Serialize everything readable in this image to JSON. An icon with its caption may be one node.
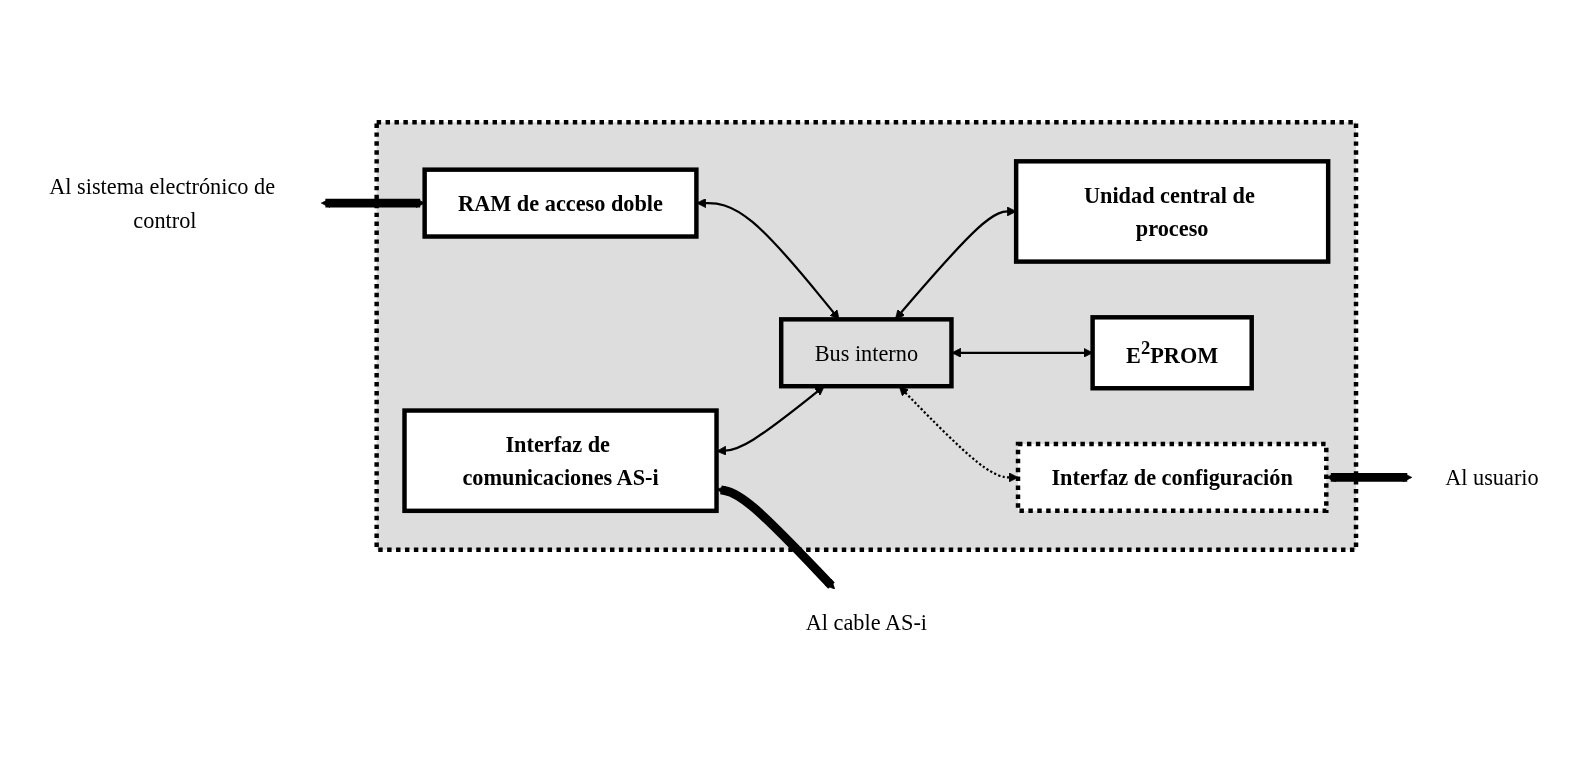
{
  "diagram": {
    "nodes": [
      {
        "text": [],
        "shape": "box"
      },
      {
        "text": [
          "RAM de acceso doble"
        ],
        "in": 0
      },
      {
        "text": [
          "Interfaz de comunicaciones AS-i"
        ],
        "in": 0
      },
      {
        "text": [
          "Bus interno"
        ],
        "in": 0
      },
      {
        "text": [
          "Unidad central de proceso"
        ],
        "in": 0
      },
      {
        "text": [
          "E$^{2}$PROM"
        ],
        "in": 0
      },
      {
        "text": [
          "Interfaz de configuración"
        ],
        "in": 0
      },
      {
        "text": [
          "Al sistema electrónico de control"
        ]
      },
      {
        "text": [
          "Al cable AS-i"
        ]
      },
      {
        "text": [
          "Al usuario"
        ]
      }
    ],
    "edges": [
      {
        "from": 7,
        "to": 1,
        "arrow": "both",
        "style": "thick"
      },
      {
        "from": 2,
        "to": 8,
        "arrow": "both",
        "style": "thick"
      },
      {
        "from": 6,
        "to": 9,
        "arrow": "both",
        "style": "thick"
      },
      {
        "from": 1,
        "to": 3,
        "arrow": "both"
      },
      {
        "from": 2,
        "to": 3,
        "arrow": "both"
      },
      {
        "from": 3,
        "to": 4,
        "arrow": "both"
      },
      {
        "from": 3,
        "to": 5,
        "arrow": "both"
      },
      {
        "from": 3,
        "to": 6,
        "arrow": "both",
        "style": "dashed"
      }
    ]
  }
}
